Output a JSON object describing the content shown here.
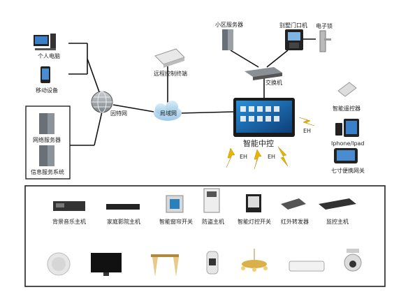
{
  "nodes": {
    "pc": "个人电脑",
    "mobile": "移动设备",
    "internet": "因特网",
    "web_server": "网络服务器",
    "info_server": "信息服务系统",
    "router": "远程控制终端",
    "lan": "局域网",
    "community_server": "小区服务器",
    "door_phone": "别墅门口机",
    "e_lock": "电子锁",
    "switch": "交换机",
    "hub": "智能中控",
    "remote": "智能遥控器",
    "phone": "Iphone/Ipad",
    "gateway": "七寸便携网关",
    "eh_right": "EH",
    "eh_left": "EH",
    "eh_mid": "EH"
  },
  "bottom_devices": [
    {
      "label": "背景音乐主机",
      "icon": "music-host-icon"
    },
    {
      "label": "家庭影院主机",
      "icon": "home-theater-icon"
    },
    {
      "label": "智能窗帘开关",
      "icon": "curtain-switch-icon"
    },
    {
      "label": "防盗主机",
      "icon": "alarm-host-icon"
    },
    {
      "label": "智能灯控开关",
      "icon": "light-switch-icon"
    },
    {
      "label": "红外转发器",
      "icon": "ir-transmitter-icon"
    },
    {
      "label": "监控主机",
      "icon": "dvr-icon"
    }
  ],
  "colors": {
    "line": "#111111",
    "wireless": "#e8b400",
    "hub_screen": "#1e6fb8"
  }
}
